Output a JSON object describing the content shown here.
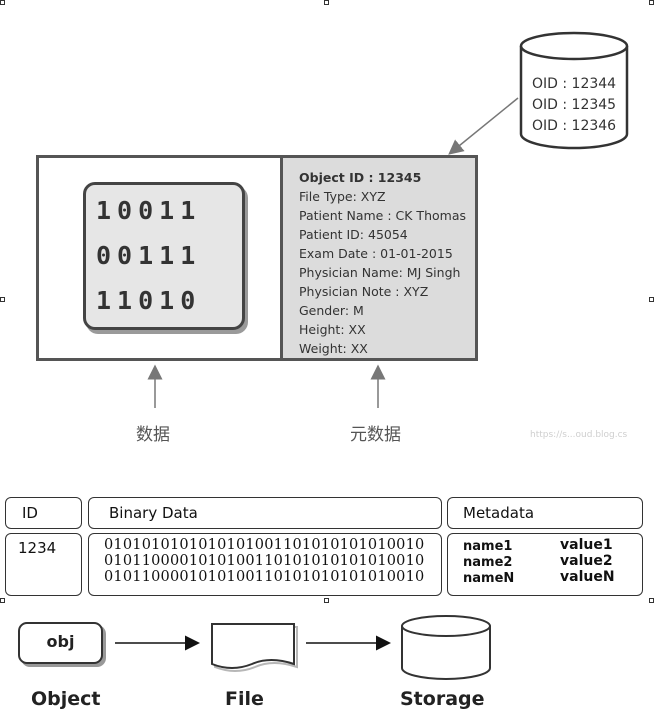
{
  "database": {
    "oids": [
      "OID : 12344",
      "OID : 12345",
      "OID : 12346"
    ]
  },
  "binary_block": {
    "rows": [
      "10011",
      "00111",
      "11010"
    ]
  },
  "metadata_panel": {
    "lines": [
      "Object ID : 12345",
      "File Type: XYZ",
      "Patient Name : CK Thomas",
      "Patient ID: 45054",
      "Exam Date : 01-01-2015",
      "Physician Name: MJ Singh",
      "Physician Note : XYZ",
      "Gender: M",
      "Height: XX",
      "Weight: XX"
    ]
  },
  "labels": {
    "data": "数据",
    "metadata": "元数据",
    "watermark": "https://s...oud.blog.cs"
  },
  "table": {
    "headers": {
      "id": "ID",
      "binary": "Binary Data",
      "metadata": "Metadata"
    },
    "id_value": "1234",
    "binary_rows": [
      "0101010101010101001101010101010010",
      "0101100001010100110101010101010010",
      "0101100001010100110101010101010010"
    ],
    "kv": [
      {
        "name": "name1",
        "value": "value1"
      },
      {
        "name": "name2",
        "value": "value2"
      },
      {
        "name": "nameN",
        "value": "valueN"
      }
    ]
  },
  "flow": {
    "obj_box": "obj",
    "labels": {
      "object": "Object",
      "file": "File",
      "storage": "Storage"
    }
  }
}
